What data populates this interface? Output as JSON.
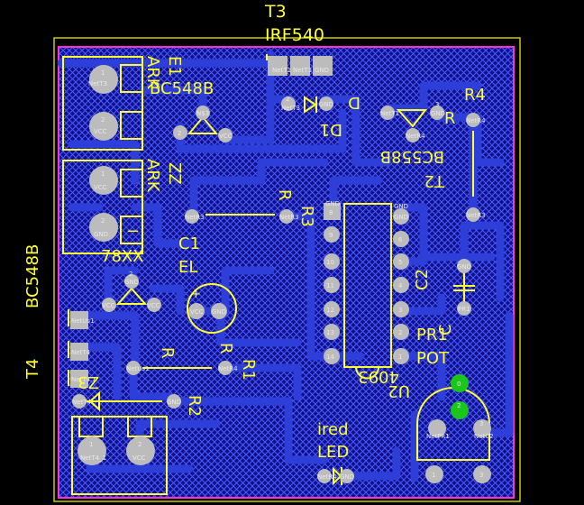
{
  "colors": {
    "background": "#000000",
    "board_fill": "#10108a",
    "copper_trace": "#2d3fd8",
    "hatch": "#4a5cff",
    "silkscreen": "#ffff33",
    "board_outline": "#c9c900",
    "keepout": "#ff33cc",
    "pad_gray": "#bcbcbc",
    "pad_green": "#19c719"
  },
  "labels": {
    "t3": "T3",
    "irf540": "IRF540",
    "ark_top": "ARK",
    "e1": "E1",
    "bc548b_top": "BC548B",
    "d": "D",
    "d1": "D1",
    "r4": "R4",
    "r_t2": "R",
    "bc558b": "BC558B",
    "t2": "T2",
    "ark_mid": "ARK",
    "zz": "ZZ",
    "r_r3": "R",
    "r3": "R3",
    "c1": "C1",
    "el": "EL",
    "xx78": "78XX",
    "bc548b_left": "BC548B",
    "t4": "T4",
    "r_r1": "R",
    "r1": "R1",
    "r_r2": "R",
    "r2": "R2",
    "c2": "C2",
    "c_c2": "C",
    "pr1": "PR1",
    "pot": "POT",
    "u2": "U2",
    "ic4093": "4093",
    "ired": "ired",
    "led": "LED",
    "z3": "Z3",
    "minus": "−"
  },
  "pads": {
    "t3_1": "NetT1",
    "t3_2": "NetT3",
    "t3_3": "GND",
    "e1_p1": "NetT3",
    "e1_p1_num": "1",
    "e1_p2": "VCC",
    "e1_p2_num": "2",
    "t_top_1": "2",
    "t_top_2": "N$3",
    "t_top_3": "VCC",
    "d1_a": "2",
    "d1_an": "NetT3",
    "d1_k": "GND",
    "t2_1": "NetT1",
    "t2_2": "NetR4",
    "t2_3": "GND",
    "t2_3n": "3",
    "r4_a": "NetR4",
    "r4_b": "NetR3",
    "zz_p1": "VCC",
    "zz_p1_num": "1",
    "zz_p2": "GND",
    "zz_p2_num": "2",
    "r3_a": "NetR3",
    "r3_b": "NetR3",
    "u78_in": "VCC",
    "u78_gnd": "GND",
    "u78_out": "VCC",
    "u78_num": "2",
    "c1_a": "VCC",
    "c1_b": "GND",
    "c1_plus": "+",
    "ic_left": [
      "8",
      "9",
      "10",
      "11",
      "12",
      "13",
      "14"
    ],
    "ic_right": [
      "GND",
      "6",
      "5",
      "4",
      "3",
      "2",
      "1"
    ],
    "ic_gnd1": "GND",
    "ic_gnd2": "GND",
    "c2_a": "GND",
    "c2_b": "PR1",
    "pr1_1": "NetPR1",
    "pr1_2": "NetC2",
    "t4_1": "NetUs1",
    "t4_2": "NetT4",
    "t4_3": "NetT4.1",
    "r1_a": "NetUs1",
    "r1_b": "NetR4",
    "r2_a": "NetT4",
    "r2_b": "GND",
    "z3_1": "NetT4_1",
    "z3_2": "VCC",
    "z3_1_num": "1",
    "z3_2_num": "2",
    "led_a": "NetR4",
    "led_k": "GND",
    "pot_top": "0",
    "pot_mid": "2",
    "pot_l": "NetPR1",
    "pot_r": "NetC2",
    "pot_b1": "1",
    "pot_b3": "3",
    "pot_r3": "3"
  }
}
